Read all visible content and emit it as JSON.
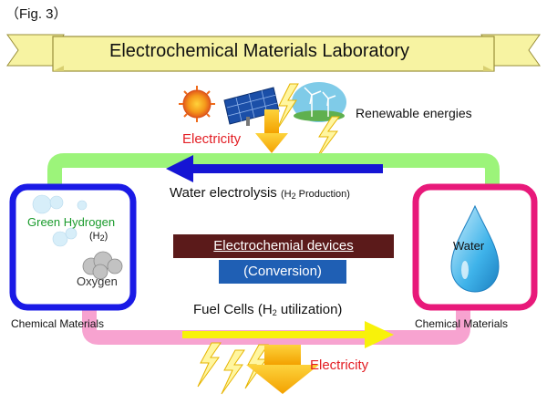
{
  "figure_label": "（Fig. 3）",
  "banner": {
    "title": "Electrochemical Materials Laboratory"
  },
  "top": {
    "renewable_label": "Renewable energies",
    "electricity_label": "Electricity"
  },
  "cycle": {
    "electrolysis_label": "Water electrolysis",
    "electrolysis_note_pre": "(H",
    "electrolysis_note_sub": "2",
    "electrolysis_note_post": " Production)",
    "fuelcells_pre": "Fuel Cells (H",
    "fuelcells_sub": "2",
    "fuelcells_post": " utilization)"
  },
  "left_box": {
    "green_hydrogen": "Green Hydrogen",
    "h2_pre": "(H",
    "h2_sub": "2",
    "h2_post": ")",
    "oxygen": "Oxygen",
    "caption": "Chemical Materials"
  },
  "right_box": {
    "water": "Water",
    "caption": "Chemical Materials"
  },
  "center": {
    "devices_label": "Electrochemial devices",
    "conversion_label": "(Conversion)"
  },
  "bottom": {
    "electricity_label": "Electricity"
  },
  "colors": {
    "left_box_border": "#1a1ae6",
    "right_box_border": "#e8197a",
    "top_loop": "#9cf47a",
    "bottom_loop": "#f7a3d0",
    "top_arrow": "#1515d4",
    "bottom_arrow": "#f8f20a",
    "devices_bg": "#5b1a1a",
    "conversion_bg": "#1f5fb4",
    "electricity_text": "#e31e24",
    "green_hydrogen_text": "#1a9b2c",
    "banner_fill": "#f7f3a2"
  }
}
